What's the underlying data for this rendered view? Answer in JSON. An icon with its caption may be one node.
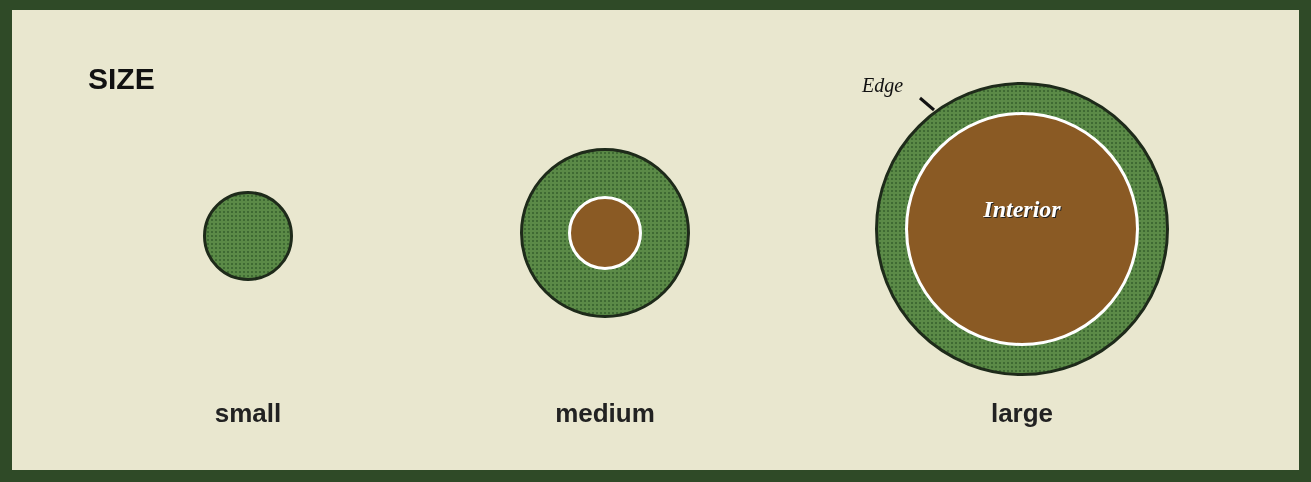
{
  "diagram": {
    "title": "SIZE",
    "nodes": [
      {
        "text": [],
        "shape": "circle"
      },
      {
        "text": [],
        "shape": "circle"
      },
      {
        "text": [],
        "shape": "circle",
        "in": 1
      },
      {
        "text": [],
        "shape": "circle"
      },
      {
        "text": [
          "Interior"
        ],
        "in": 3
      },
      {
        "text": [
          "Edge"
        ]
      }
    ],
    "edges": [
      {
        "from": 5,
        "to": 3,
        "arrow": "none"
      }
    ],
    "labels": [
      "small",
      "medium",
      "large"
    ]
  }
}
